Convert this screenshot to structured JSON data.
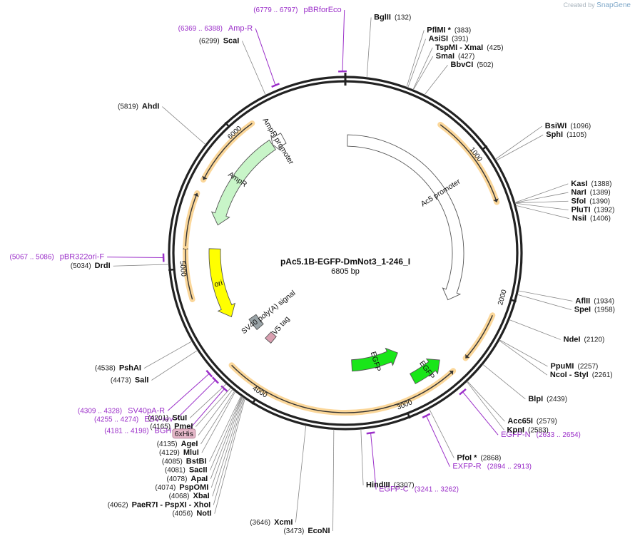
{
  "watermark": {
    "created_by": "Created by",
    "brand": "SnapGene"
  },
  "plasmid": {
    "name": "pAc5.1B-EGFP-DmNot3_1-246_I",
    "size_label": "6805 bp",
    "length": 6805
  },
  "ticks": [
    "1000",
    "2000",
    "3000",
    "4000",
    "5000",
    "6000"
  ],
  "tick_positions": [
    1000,
    2000,
    3000,
    4000,
    5000,
    6000
  ],
  "colors": {
    "backbone": "#222222",
    "primer": "#9b2fc9",
    "ampr": "#c8f5c8",
    "egfp": "#19e619",
    "ori": "#ffff00",
    "polya": "#9aa4a8",
    "v5": "#d99fb0",
    "promoter": "#ffffff",
    "orf_fill": "#fbd79a",
    "his_badge": "#e5b8c9"
  },
  "features": [
    {
      "id": "ampr",
      "label": "AmpR",
      "type": "arrow",
      "start": 5338,
      "end": 6164,
      "dir": -1,
      "track": 1,
      "color": "#c8f5c8"
    },
    {
      "id": "ampr_promoter",
      "label": "AmpR promoter",
      "type": "arrow",
      "start": 6165,
      "end": 6270,
      "dir": -1,
      "track": 1,
      "color": "#ffffff"
    },
    {
      "id": "ori",
      "label": "ori",
      "type": "arrow",
      "start": 4550,
      "end": 5139,
      "dir": -1,
      "track": 1,
      "color": "#ffff00"
    },
    {
      "id": "ac5_promoter",
      "label": "Ac5 promoter",
      "type": "arrow",
      "start": 20,
      "end": 2165,
      "dir": 1,
      "track": 2,
      "color": "#ffffff"
    },
    {
      "id": "egfp1",
      "label": "EGFP",
      "type": "arrow",
      "start": 2620,
      "end": 2870,
      "dir": -1,
      "track": 3,
      "color": "#19e619"
    },
    {
      "id": "egfp2",
      "label": "EGFP",
      "type": "arrow",
      "start": 2880,
      "end": 3340,
      "dir": -1,
      "track": 2,
      "color": "#19e619"
    },
    {
      "id": "sv40",
      "label": "SV40 poly(A) signal",
      "type": "box",
      "start": 4330,
      "end": 4450,
      "track": 2,
      "color": "#9aa4a8"
    },
    {
      "id": "v5",
      "label": "V5 tag",
      "type": "box",
      "start": 4150,
      "end": 4220,
      "track": 2,
      "color": "#d99fb0"
    }
  ],
  "orfs": [
    {
      "id": "orf1",
      "start": 690,
      "end": 1350,
      "dir": 1
    },
    {
      "id": "orf2",
      "start": 2135,
      "end": 2480,
      "dir": 1
    },
    {
      "id": "orf3",
      "start": 2600,
      "end": 4260,
      "dir": -1
    },
    {
      "id": "orf4",
      "start": 4785,
      "end": 5150,
      "dir": 1
    },
    {
      "id": "orf5",
      "start": 5150,
      "end": 5520,
      "dir": 1
    },
    {
      "id": "orf6",
      "start": 5620,
      "end": 6130,
      "dir": -1
    }
  ],
  "primers": [
    {
      "name": "pBRforEco",
      "range": "(6779 .. 6797)",
      "pos": 6788,
      "dir": 1
    },
    {
      "name": "Amp-R",
      "range": "(6369 .. 6388)",
      "pos": 6378,
      "dir": -1
    },
    {
      "name": "pBR322ori-F",
      "range": "(5067 .. 5086)",
      "pos": 5076,
      "dir": 1
    },
    {
      "name": "SV40pA-R",
      "range": "(4309 .. 4328)",
      "pos": 4318,
      "dir": -1
    },
    {
      "name": "EBV-rev",
      "range": "(4255 .. 4274)",
      "pos": 4264,
      "dir": -1
    },
    {
      "name": "BGH-rev",
      "range": "(4181 .. 4198)",
      "pos": 4190,
      "dir": -1
    },
    {
      "name": "EGFP-N",
      "range": "(2633 .. 2654)",
      "pos": 2643,
      "dir": -1
    },
    {
      "name": "EXFP-R",
      "range": "(2894 .. 2913)",
      "pos": 2903,
      "dir": -1
    },
    {
      "name": "EGFP-C",
      "range": "(3241 .. 3262)",
      "pos": 3251,
      "dir": 1
    }
  ],
  "enzymes": [
    {
      "name": "BglII",
      "pos": "(132)",
      "site": 132
    },
    {
      "name": "PflMI *",
      "pos": "(383)",
      "site": 383
    },
    {
      "name": "AsiSI",
      "pos": "(391)",
      "site": 391
    },
    {
      "name": "TspMI - XmaI",
      "pos": "(425)",
      "site": 425
    },
    {
      "name": "SmaI",
      "pos": "(427)",
      "site": 427
    },
    {
      "name": "BbvCI",
      "pos": "(502)",
      "site": 502
    },
    {
      "name": "BsiWI",
      "pos": "(1096)",
      "site": 1096
    },
    {
      "name": "SphI",
      "pos": "(1105)",
      "site": 1105
    },
    {
      "name": "KasI",
      "pos": "(1388)",
      "site": 1388
    },
    {
      "name": "NarI",
      "pos": "(1389)",
      "site": 1389
    },
    {
      "name": "SfoI",
      "pos": "(1390)",
      "site": 1390
    },
    {
      "name": "PluTI",
      "pos": "(1392)",
      "site": 1392
    },
    {
      "name": "NsiI",
      "pos": "(1406)",
      "site": 1406
    },
    {
      "name": "AflII",
      "pos": "(1934)",
      "site": 1934
    },
    {
      "name": "SpeI",
      "pos": "(1958)",
      "site": 1958
    },
    {
      "name": "NdeI",
      "pos": "(2120)",
      "site": 2120
    },
    {
      "name": "PpuMI",
      "pos": "(2257)",
      "site": 2257
    },
    {
      "name": "NcoI - StyI",
      "pos": "(2261)",
      "site": 2261
    },
    {
      "name": "BlpI",
      "pos": "(2439)",
      "site": 2439
    },
    {
      "name": "Acc65I",
      "pos": "(2579)",
      "site": 2579
    },
    {
      "name": "KpnI",
      "pos": "(2583)",
      "site": 2583
    },
    {
      "name": "PfoI *",
      "pos": "(2868)",
      "site": 2868
    },
    {
      "name": "HindIII",
      "pos": "(3307)",
      "site": 3307
    },
    {
      "name": "EcoNI",
      "pos": "(3473)",
      "site": 3473
    },
    {
      "name": "XcmI",
      "pos": "(3646)",
      "site": 3646
    },
    {
      "name": "NotI",
      "pos": "(4056)",
      "site": 4056
    },
    {
      "name": "PaeR7I - PspXI - XhoI",
      "pos": "(4062)",
      "site": 4062
    },
    {
      "name": "XbaI",
      "pos": "(4068)",
      "site": 4068
    },
    {
      "name": "PspOMI",
      "pos": "(4074)",
      "site": 4074
    },
    {
      "name": "ApaI",
      "pos": "(4078)",
      "site": 4078
    },
    {
      "name": "SacII",
      "pos": "(4081)",
      "site": 4081
    },
    {
      "name": "BstBI",
      "pos": "(4085)",
      "site": 4085
    },
    {
      "name": "MluI",
      "pos": "(4129)",
      "site": 4129
    },
    {
      "name": "AgeI",
      "pos": "(4135)",
      "site": 4135
    },
    {
      "name": "6xHis",
      "pos": "",
      "site": 4150,
      "badge": true
    },
    {
      "name": "PmeI",
      "pos": "(4165)",
      "site": 4165
    },
    {
      "name": "StuI",
      "pos": "(4201)",
      "site": 4201
    },
    {
      "name": "SalI",
      "pos": "(4473)",
      "site": 4473
    },
    {
      "name": "PshAI",
      "pos": "(4538)",
      "site": 4538
    },
    {
      "name": "DrdI",
      "pos": "(5034)",
      "site": 5034
    },
    {
      "name": "AhdI",
      "pos": "(5819)",
      "site": 5819
    },
    {
      "name": "ScaI",
      "pos": "(6299)",
      "site": 6299
    }
  ]
}
